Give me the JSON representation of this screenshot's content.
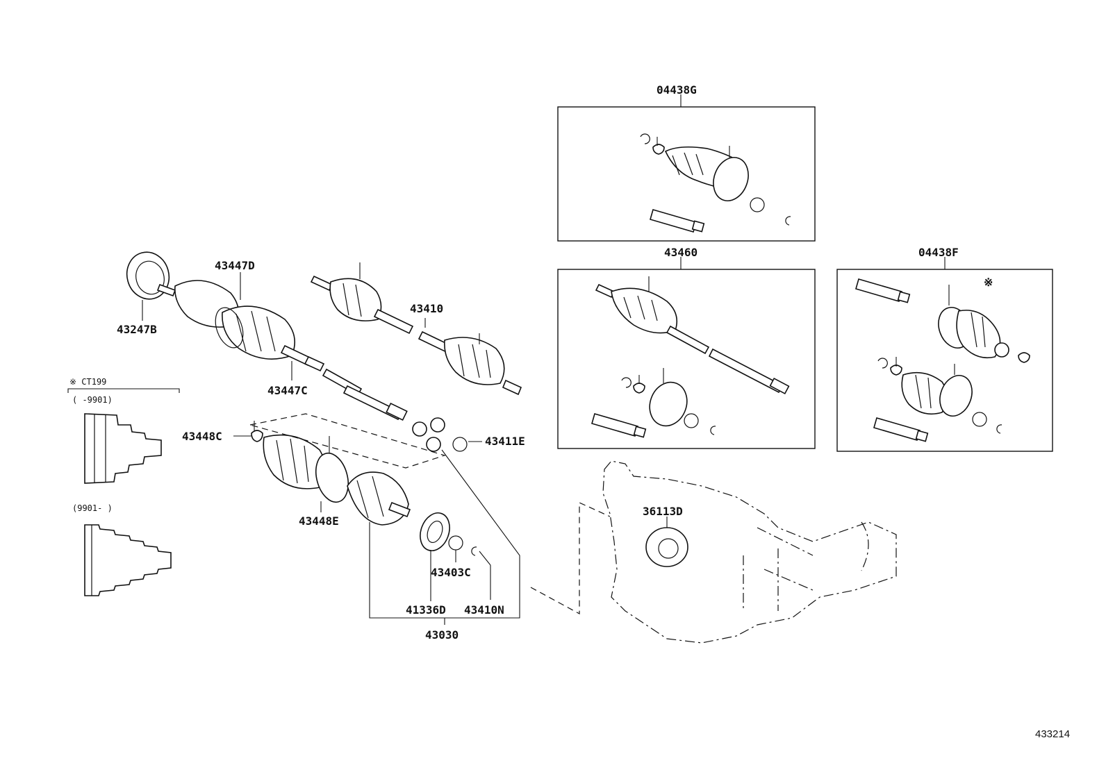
{
  "diagram_ref": "433214",
  "labels": {
    "kit_04438G": "04438G",
    "kit_43460": "43460",
    "kit_04438F": "04438F",
    "p_43447D": "43447D",
    "p_43247B": "43247B",
    "p_43410": "43410",
    "p_43447C": "43447C",
    "p_43448C": "43448C",
    "p_43411E": "43411E",
    "p_43448E": "43448E",
    "p_36113D": "36113D",
    "p_43403C": "43403C",
    "p_41336D": "41336D",
    "p_43410N": "43410N",
    "p_43030": "43030"
  },
  "note": {
    "title": "※ CT199",
    "range_1": "(   -9901)",
    "range_2": "(9901-   )",
    "star": "※"
  }
}
